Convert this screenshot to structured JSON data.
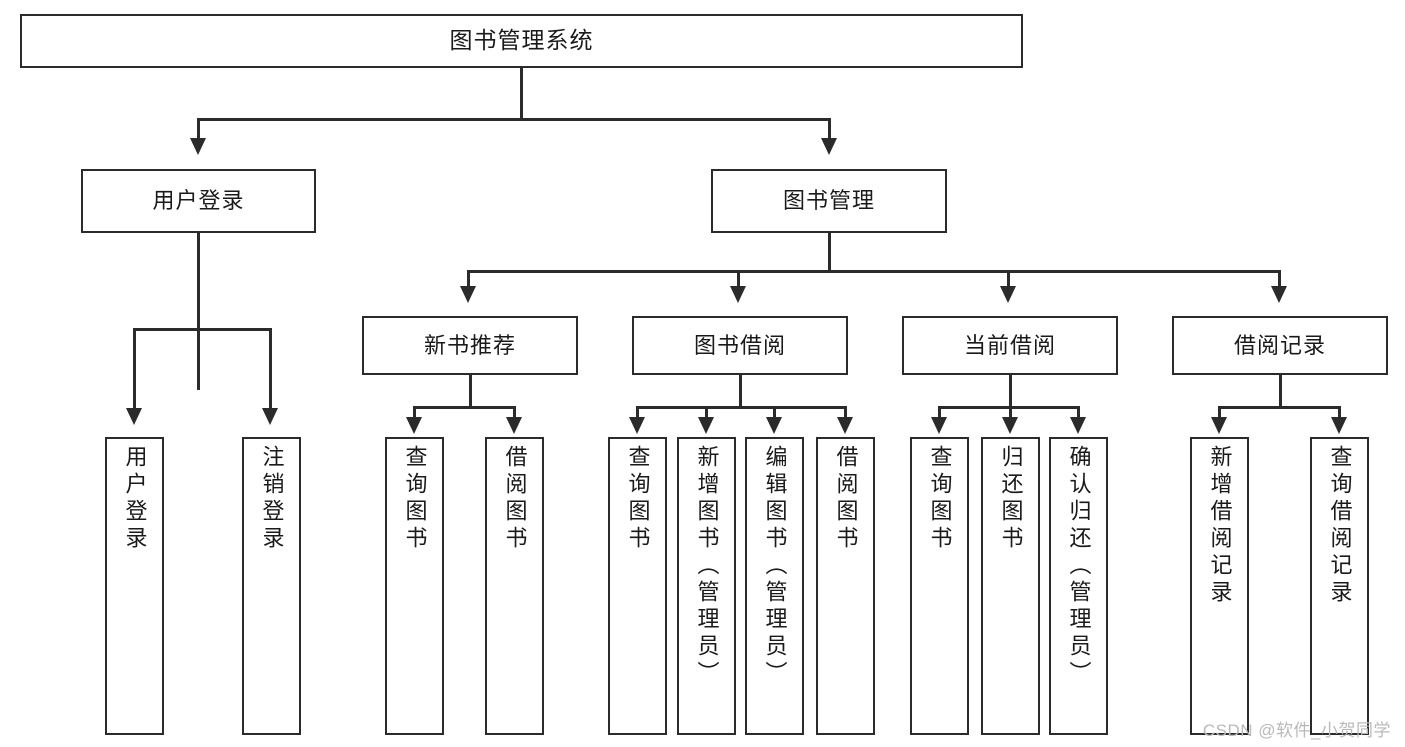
{
  "diagram": {
    "title": "图书管理系统",
    "root": {
      "label": "图书管理系统"
    },
    "level1": [
      {
        "label": "用户登录"
      },
      {
        "label": "图书管理"
      }
    ],
    "level2": [
      {
        "label": "新书推荐"
      },
      {
        "label": "图书借阅"
      },
      {
        "label": "当前借阅"
      },
      {
        "label": "借阅记录"
      }
    ],
    "leaves": {
      "user_login": [
        {
          "label": "用户登录"
        },
        {
          "label": "注销登录"
        }
      ],
      "new_book_recommend": [
        {
          "label": "查询图书"
        },
        {
          "label": "借阅图书"
        }
      ],
      "book_borrow": [
        {
          "label": "查询图书"
        },
        {
          "label": "新增图书（管理员）"
        },
        {
          "label": "编辑图书（管理员）"
        },
        {
          "label": "借阅图书"
        }
      ],
      "current_borrow": [
        {
          "label": "查询图书"
        },
        {
          "label": "归还图书"
        },
        {
          "label": "确认归还（管理员）"
        }
      ],
      "borrow_record": [
        {
          "label": "新增借阅记录"
        },
        {
          "label": "查询借阅记录"
        }
      ]
    }
  },
  "watermark": {
    "text": "CSDN @软件_小贺同学"
  },
  "colors": {
    "border": "#2b2b2b",
    "text": "#1a1a1a",
    "background": "#ffffff",
    "watermark": "#b9b9b9"
  }
}
